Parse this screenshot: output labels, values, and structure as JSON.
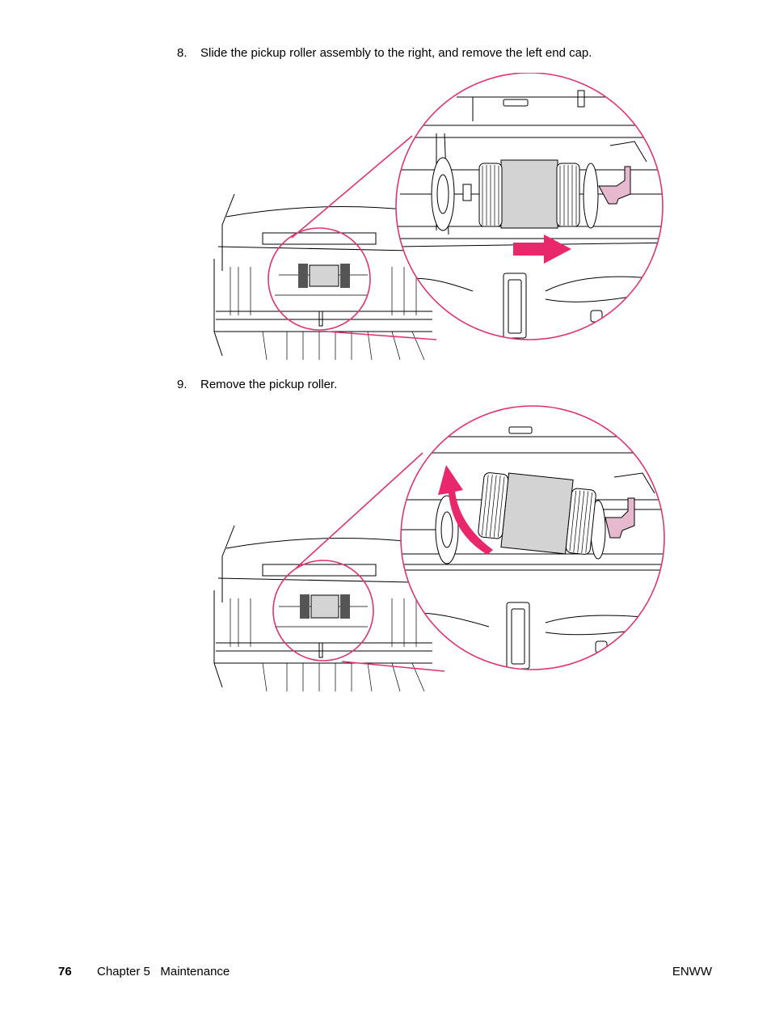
{
  "steps": [
    {
      "number": "8.",
      "text": "Slide the pickup roller assembly to the right, and remove the left end cap."
    },
    {
      "number": "9.",
      "text": "Remove the pickup roller."
    }
  ],
  "figures": [
    {
      "callout_icon": "right-arrow-icon",
      "accent_color": "#e8286a"
    },
    {
      "callout_icon": "curved-up-arrow-icon",
      "accent_color": "#e8286a"
    }
  ],
  "footer": {
    "page_number": "76",
    "chapter": "Chapter 5   Maintenance",
    "right_label": "ENWW"
  }
}
